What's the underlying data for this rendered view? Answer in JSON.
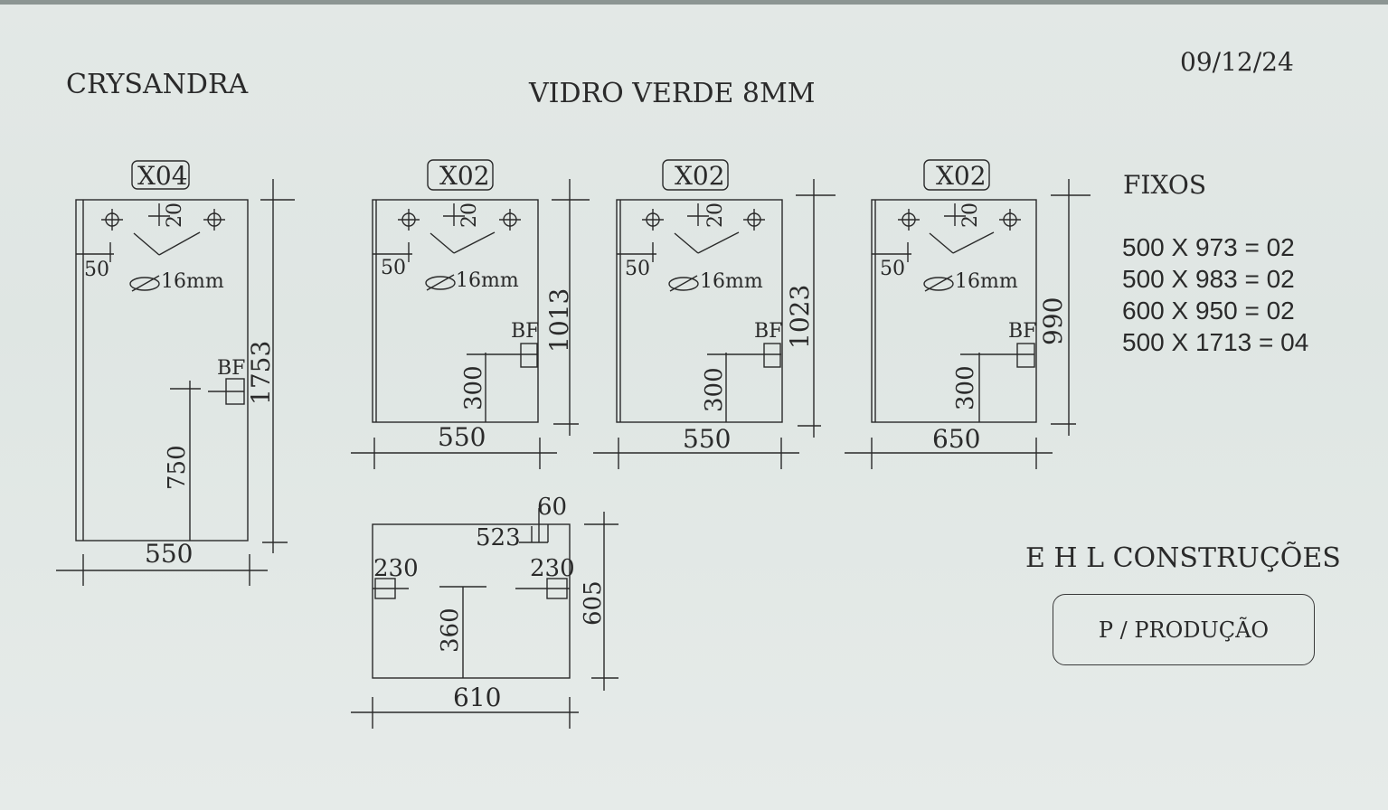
{
  "header": {
    "client": "CRYSANDRA",
    "title": "VIDRO VERDE 8MM",
    "date": "09/12/24"
  },
  "pieces": [
    {
      "quantity_tag": "X04",
      "width": "550",
      "height": "1753",
      "hole_offset_top": "20",
      "hole_offset_side": "50",
      "hole_diameter": "16mm",
      "lock_label": "BF",
      "lock_height": "750"
    },
    {
      "quantity_tag": "X02",
      "width": "550",
      "height": "1013",
      "hole_offset_top": "20",
      "hole_offset_side": "50",
      "hole_diameter": "16mm",
      "lock_label": "BF",
      "lock_height": "300"
    },
    {
      "quantity_tag": "X02",
      "width": "550",
      "height": "1023",
      "hole_offset_top": "20",
      "hole_offset_side": "50",
      "hole_diameter": "16mm",
      "lock_label": "BF",
      "lock_height": "300"
    },
    {
      "quantity_tag": "X02",
      "width": "650",
      "height": "990",
      "hole_offset_top": "20",
      "hole_offset_side": "50",
      "hole_diameter": "16mm",
      "lock_label": "BF",
      "lock_height": "300"
    }
  ],
  "bottom_piece": {
    "width": "610",
    "height": "605",
    "notch_width": "60",
    "notch_position": "523",
    "left_cut": "230",
    "right_cut": "230",
    "center_height": "360"
  },
  "fixos": {
    "title": "FIXOS",
    "items": [
      "500 X 973 = 02",
      "500 X 983 = 02",
      "600 X 950 = 02",
      "500 X 1713 = 04"
    ]
  },
  "footer": {
    "company": "E H L CONSTRUÇÕES",
    "stamp": "P / PRODUÇÃO"
  }
}
